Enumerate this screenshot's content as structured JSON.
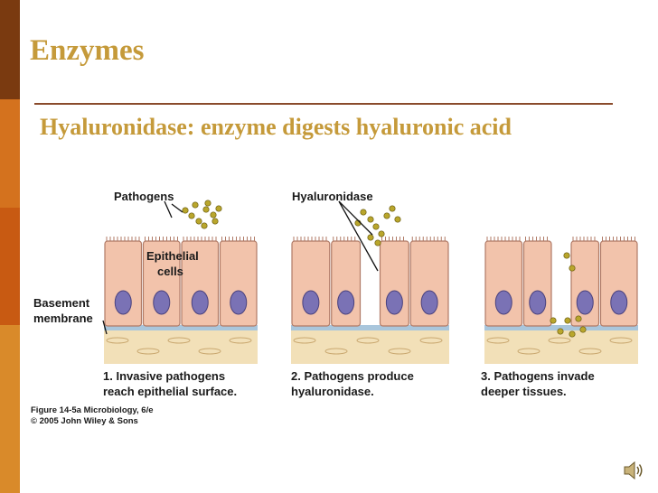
{
  "slide": {
    "title": "Enzymes",
    "subtitle": "Hyaluronidase:  enzyme digests hyaluronic acid"
  },
  "figure": {
    "label_pathogens": "Pathogens",
    "label_hyaluronidase": "Hyaluronidase",
    "label_epithelial_1": "Epithelial",
    "label_epithelial_2": "cells",
    "label_basement_1": "Basement",
    "label_basement_2": "membrane",
    "captions": [
      {
        "line1": "1. Invasive pathogens",
        "line2": "reach epithelial surface."
      },
      {
        "line1": "2. Pathogens produce",
        "line2": "hyaluronidase."
      },
      {
        "line1": "3. Pathogens invade",
        "line2": "deeper tissues."
      }
    ],
    "credit_1": "Figure 14-5a  Microbiology, 6/e",
    "credit_2": "© 2005 John Wiley & Sons"
  },
  "colors": {
    "title": "#c59a3a",
    "rule": "#8a4b2c",
    "sidebar": [
      "#7a3a10",
      "#d4721e",
      "#c85a12",
      "#d98a2a"
    ],
    "cell_fill": "#f2c3ab",
    "cell_stroke": "#b07a66",
    "nucleus": "#7a72b5",
    "tissue": "#f2e0b8",
    "membrane": "#a9c6dc",
    "pathogen": "#b9a62c"
  },
  "icons": {
    "sound": "speaker-icon"
  }
}
